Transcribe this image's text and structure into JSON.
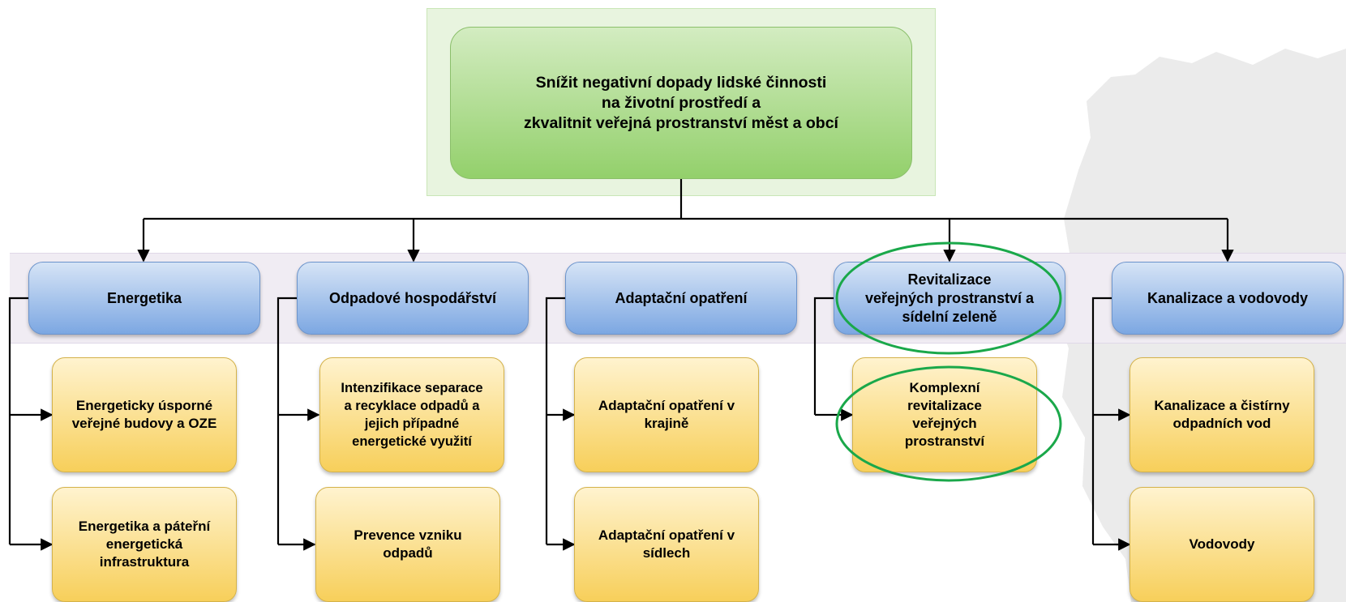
{
  "root": {
    "label": "Snížit negativní dopady lidské činnosti\nna životní prostředí a\nzkvalitnit veřejná prostranství měst a obcí"
  },
  "categories": [
    {
      "label": "Energetika",
      "children": [
        "Energeticky úsporné\nveřejné budovy a OZE",
        "Energetika a páteřní\nenergetická\ninfrastruktura"
      ]
    },
    {
      "label": "Odpadové hospodářství",
      "children": [
        "Intenzifikace separace\na recyklace odpadů a\njejich případné\nenergetické využití",
        "Prevence vzniku\nodpadů"
      ]
    },
    {
      "label": "Adaptační opatření",
      "children": [
        "Adaptační opatření v\nkrajině",
        "Adaptační opatření v\nsídlech"
      ]
    },
    {
      "label": "Revitalizace\nveřejných prostranství a\nsídelní zeleně",
      "highlighted": true,
      "children": [
        "Komplexní\nrevitalizace\nveřejných\nprostranství"
      ],
      "highlighted_children": [
        0
      ]
    },
    {
      "label": "Kanalizace a vodovody",
      "children": [
        "Kanalizace a čistírny\nodpadních vod",
        "Vodovody"
      ]
    }
  ],
  "colors": {
    "root_fill": "#a9da86",
    "category_fill": "#9dbcea",
    "leaf_fill": "#fbe09a",
    "highlight_ellipse": "#1aa84a",
    "connector": "#000000"
  }
}
